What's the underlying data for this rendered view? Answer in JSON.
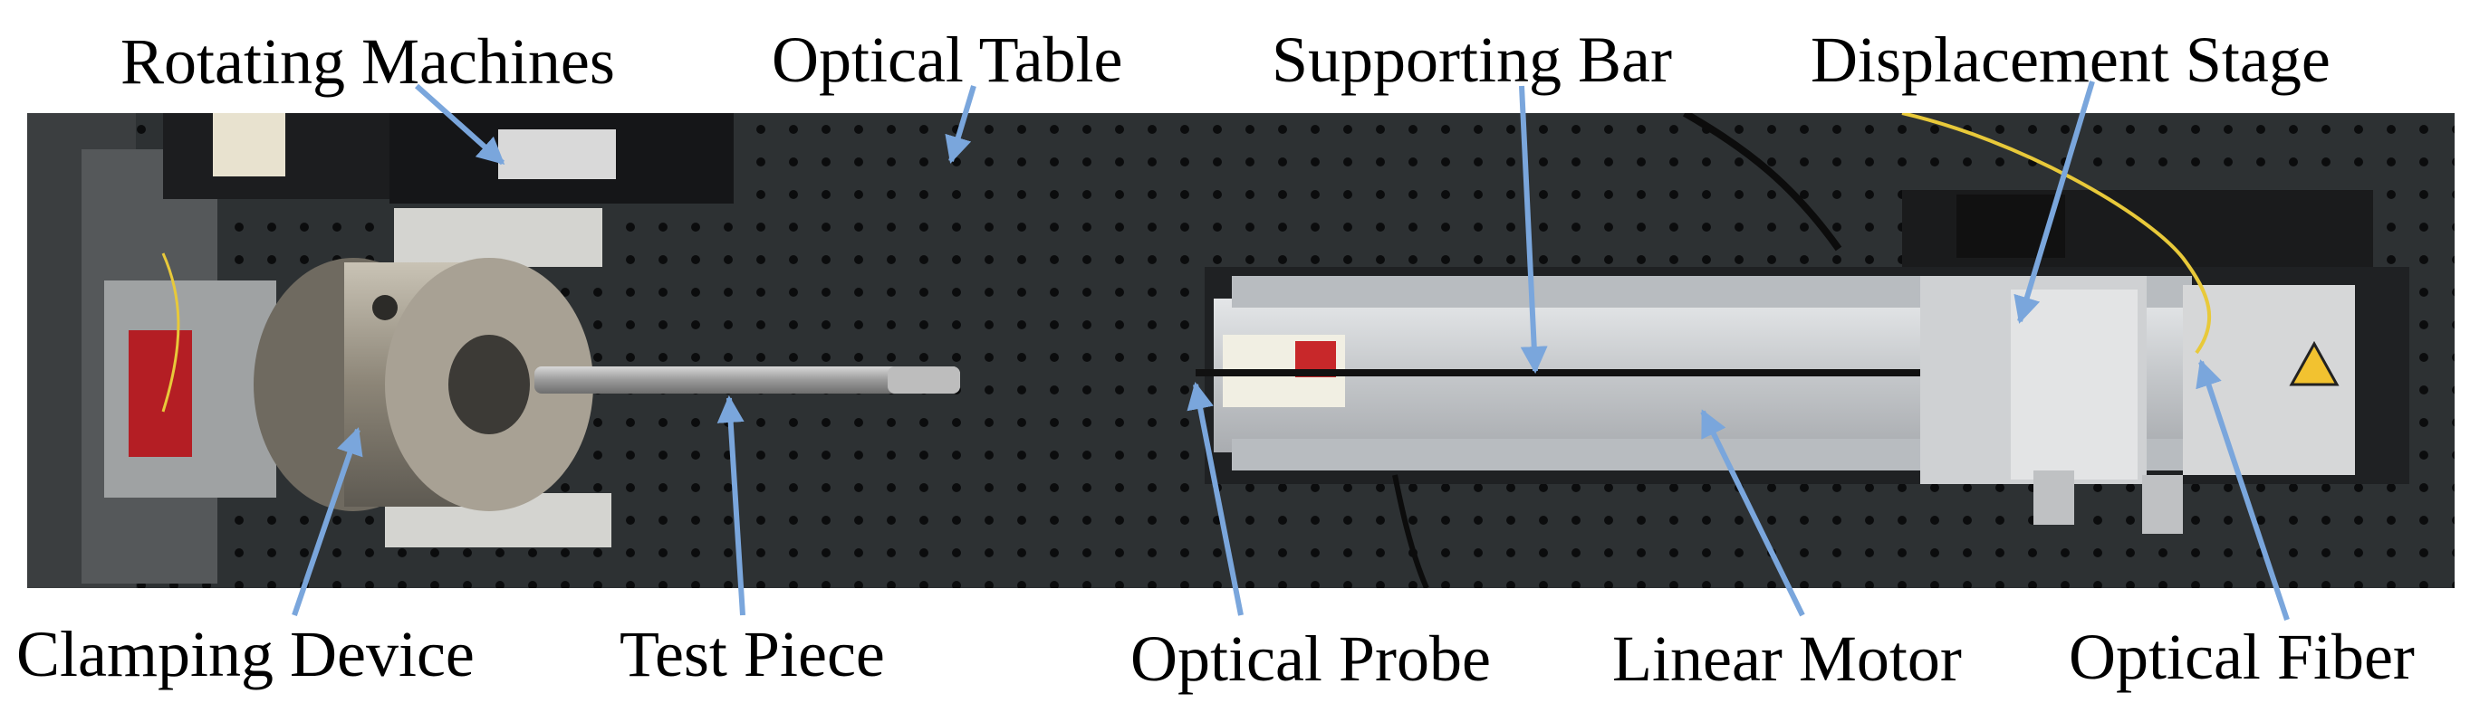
{
  "labels": {
    "rotating_machines": "Rotating Machines",
    "optical_table": "Optical Table",
    "supporting_bar": "Supporting Bar",
    "displacement_stage": "Displacement Stage",
    "clamping_device": "Clamping Device",
    "test_piece": "Test Piece",
    "optical_probe": "Optical Probe",
    "linear_motor": "Linear Motor",
    "optical_fiber": "Optical Fiber"
  },
  "colors": {
    "callout_arrow": "#7aa6dc",
    "table_surface": "#2d3133",
    "table_hole": "#0b0c0d",
    "label_text": "#000000"
  },
  "icons": {
    "arrow": "arrow-icon"
  }
}
